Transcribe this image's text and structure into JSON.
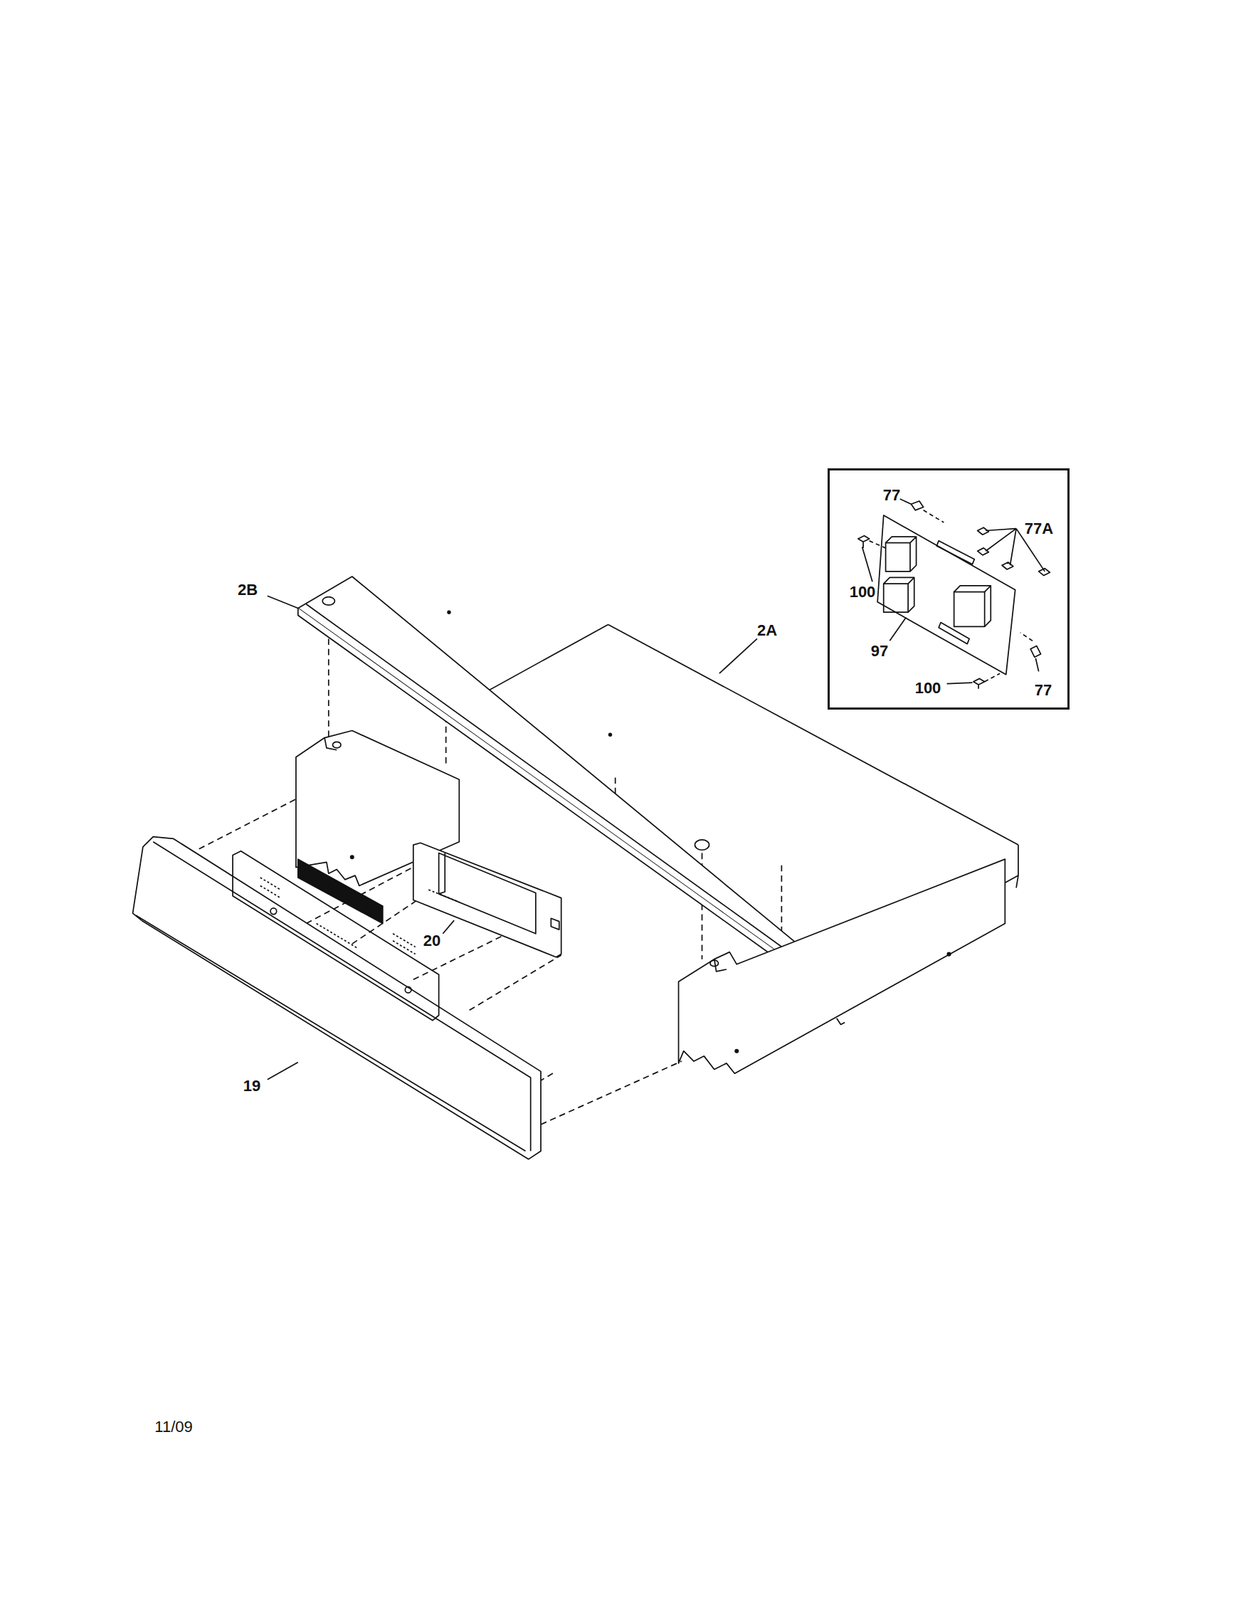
{
  "diagram": {
    "nodes": [
      {
        "text": [
          "77",
          "77A",
          "100",
          "97",
          "100",
          "77"
        ]
      }
    ],
    "edges": [],
    "labels": [
      "2B",
      "2A",
      "20",
      "19",
      "11/09"
    ]
  }
}
